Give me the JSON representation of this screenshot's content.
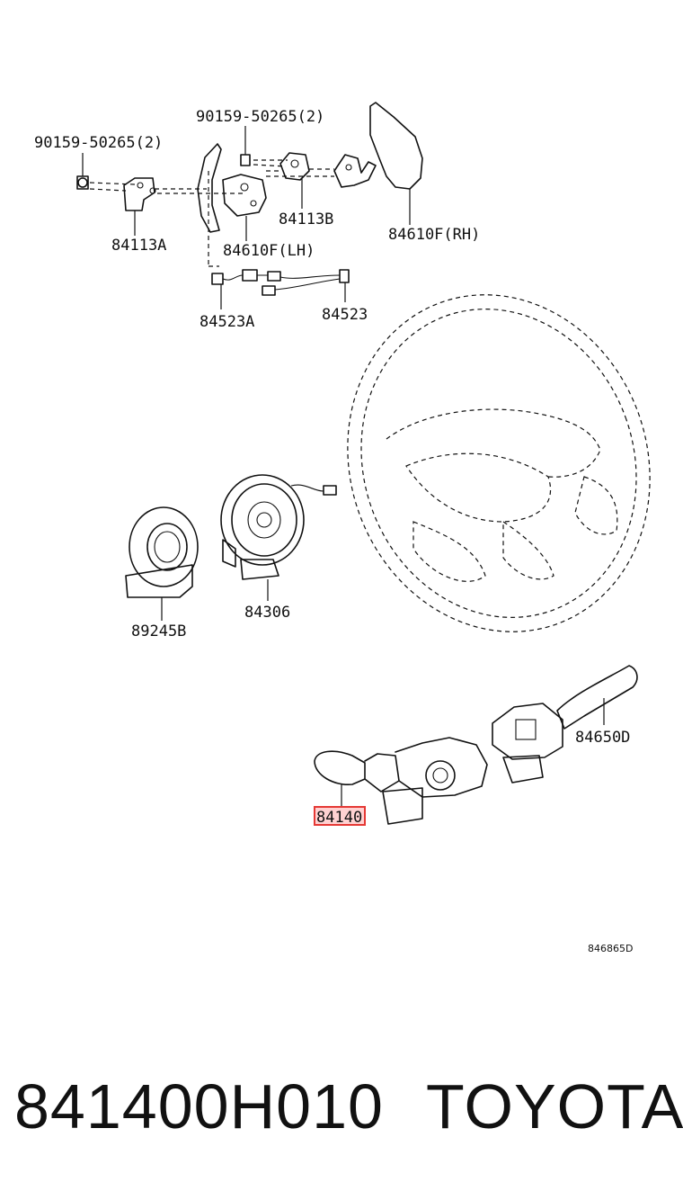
{
  "diagram": {
    "labels": {
      "bolt_left": "90159-50265(2)",
      "bolt_top": "90159-50265(2)",
      "bracket_a": "84113A",
      "bracket_b": "84113B",
      "paddle_lh": "84610F(LH)",
      "paddle_rh": "84610F(RH)",
      "harness_a": "84523A",
      "harness": "84523",
      "sensor": "89245B",
      "spiral_cable": "84306",
      "turn_switch": "84140",
      "wiper_switch": "84650D",
      "figure_code": "846865D"
    },
    "highlighted_part": "84140",
    "highlight_color": "#e53935"
  },
  "footer": {
    "part_number": "841400H010",
    "brand": "TOYOTA"
  }
}
